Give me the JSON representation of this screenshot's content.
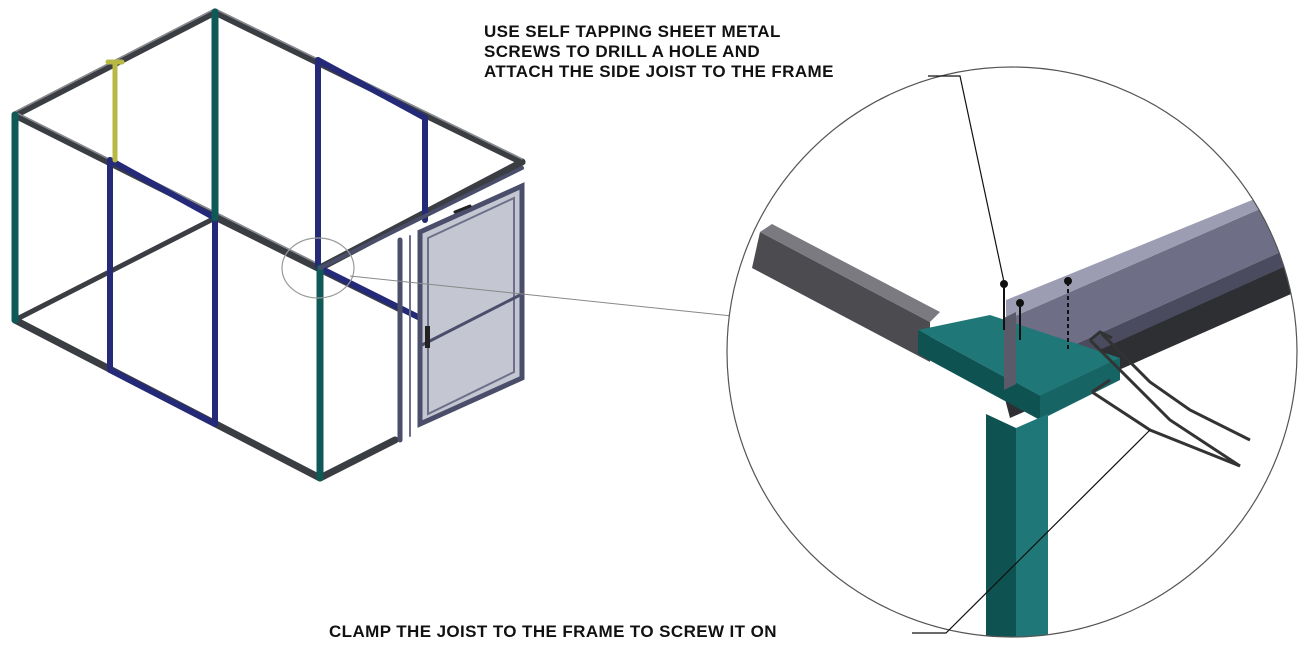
{
  "annotations": {
    "screws_lines": [
      "USE SELF TAPPING SHEET METAL",
      "SCREWS TO DRILL A HOLE AND",
      "ATTACH THE SIDE JOIST TO THE FRAME"
    ],
    "clamp_text": "CLAMP THE JOIST TO THE FRAME TO SCREW IT ON"
  },
  "colors": {
    "frame_dark": "#3a3d42",
    "frame_teal": "#0f5a56",
    "frame_navy": "#242a78",
    "frame_yellow": "#b8b845",
    "detail_teal": "#1f7777",
    "detail_teal_dark": "#0f5252",
    "joist_gray": "#5a5a68",
    "joist_slate": "#6e6f86",
    "door_glass": "#c4c6d2",
    "door_frame": "#4a4e6a"
  }
}
